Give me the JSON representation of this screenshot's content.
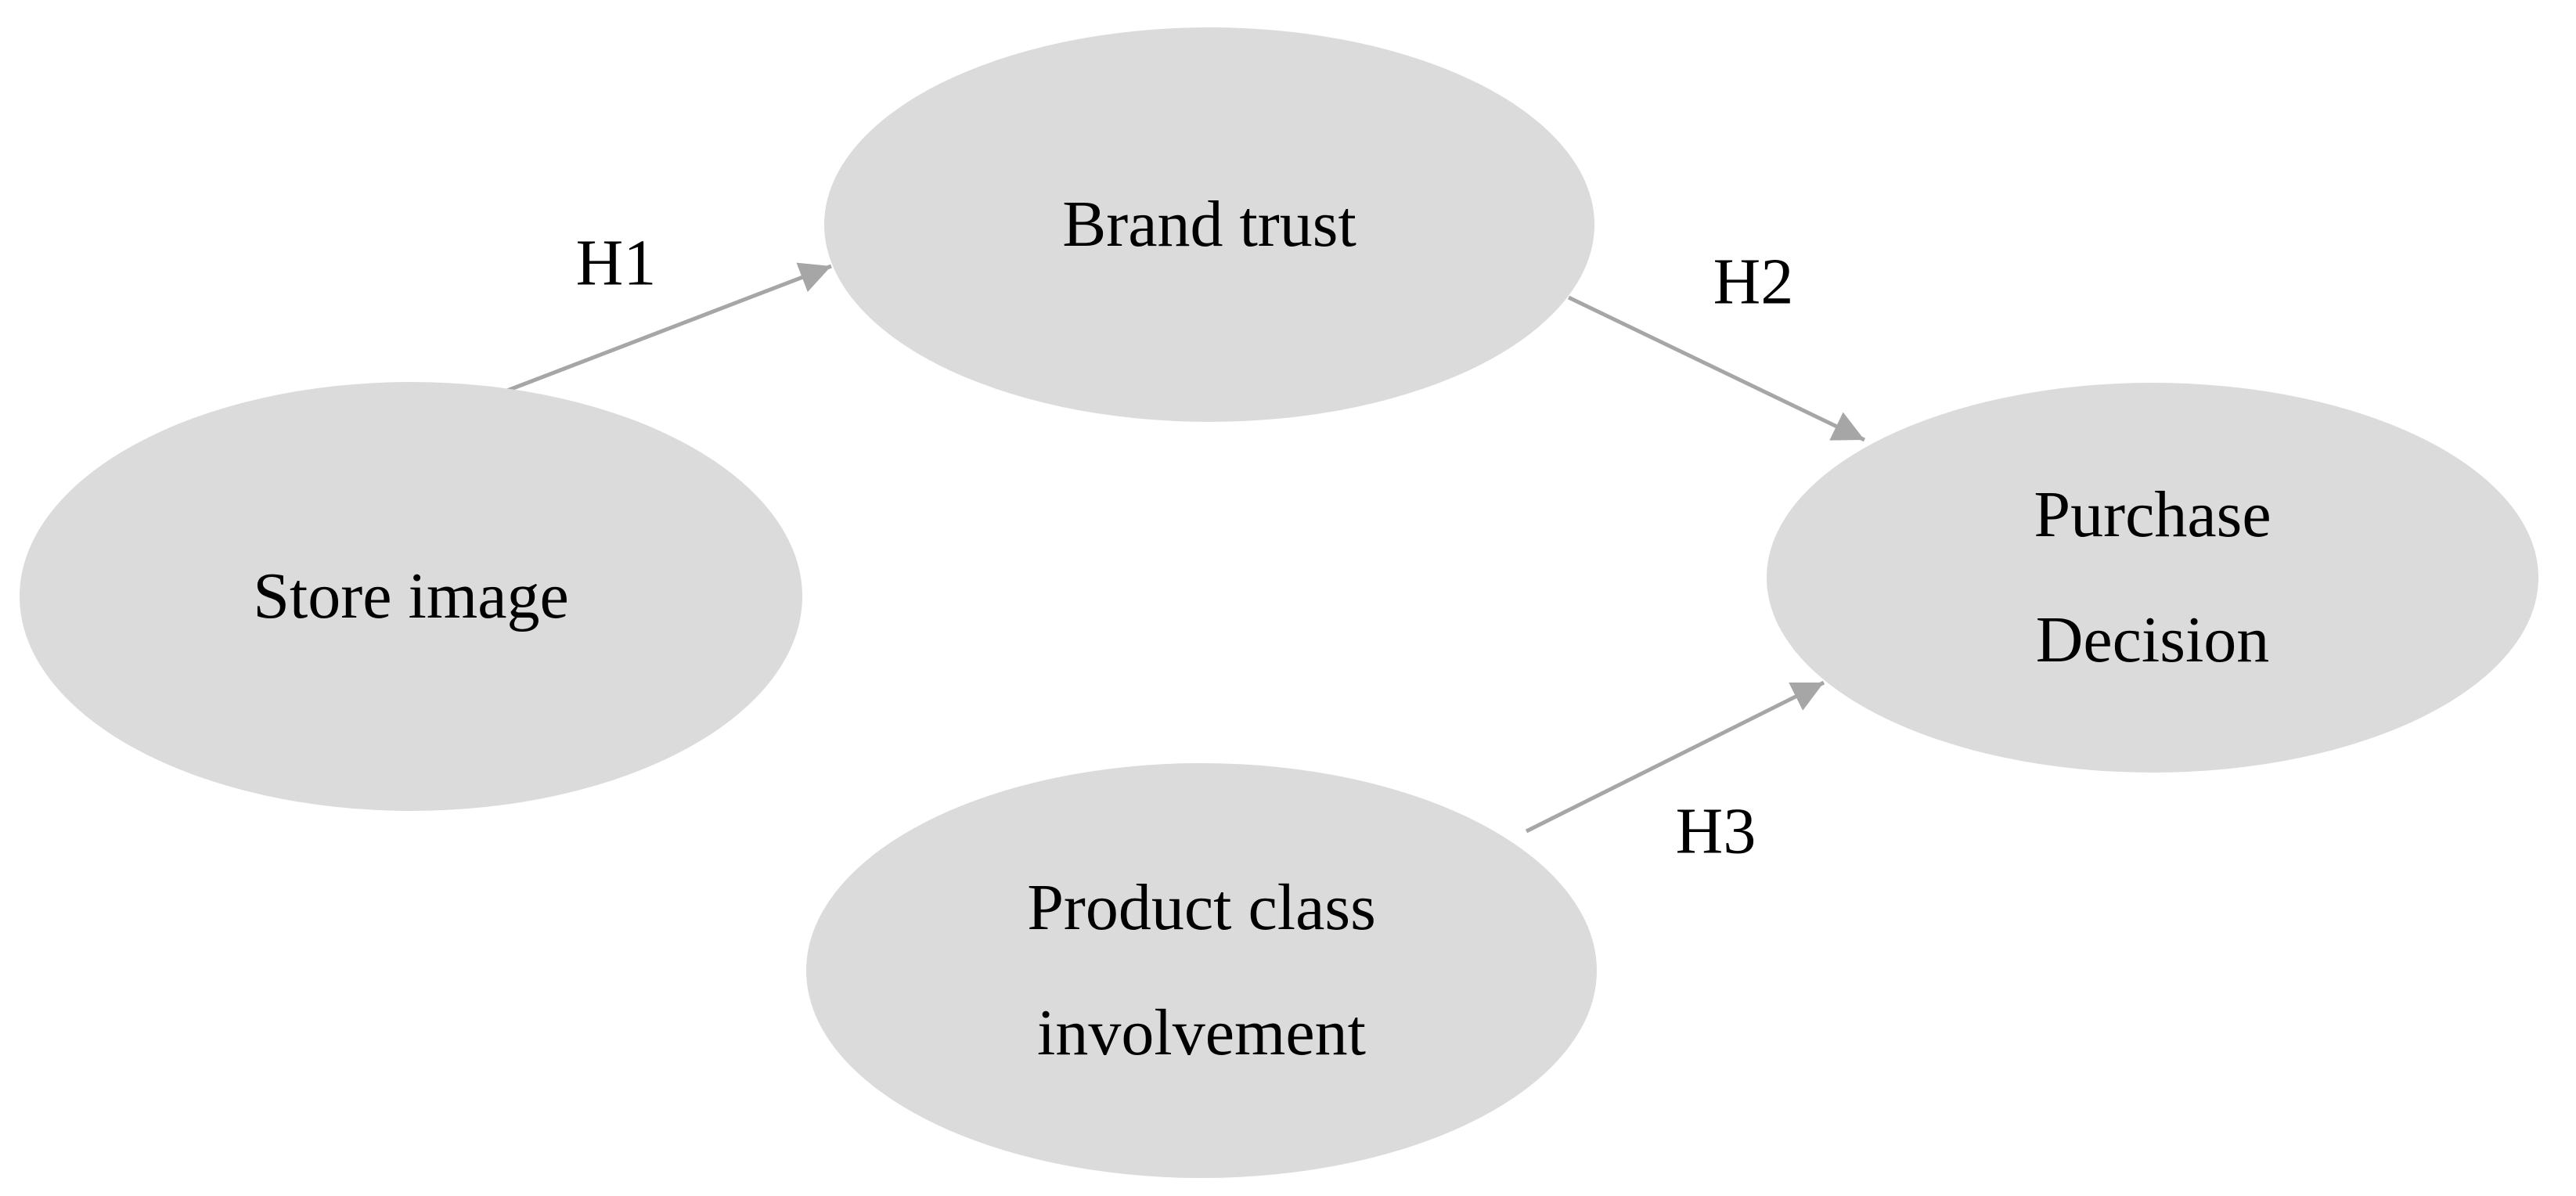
{
  "diagram": {
    "type": "conceptual-model",
    "nodes": [
      {
        "id": "store-image",
        "lines": [
          "Store image"
        ]
      },
      {
        "id": "brand-trust",
        "lines": [
          "Brand trust"
        ]
      },
      {
        "id": "product-class-involvement",
        "lines": [
          "Product class",
          "involvement"
        ]
      },
      {
        "id": "purchase-decision",
        "lines": [
          "Purchase",
          "Decision"
        ]
      }
    ],
    "edges": [
      {
        "id": "H1",
        "label": "H1",
        "from": "store-image",
        "to": "brand-trust"
      },
      {
        "id": "H2",
        "label": "H2",
        "from": "brand-trust",
        "to": "purchase-decision"
      },
      {
        "id": "H3",
        "label": "H3",
        "from": "product-class-involvement",
        "to": "purchase-decision"
      }
    ],
    "colors": {
      "node_fill": "#dbdbdb",
      "arrow": "#a6a6a6",
      "text": "#000000",
      "background": "#ffffff"
    }
  }
}
